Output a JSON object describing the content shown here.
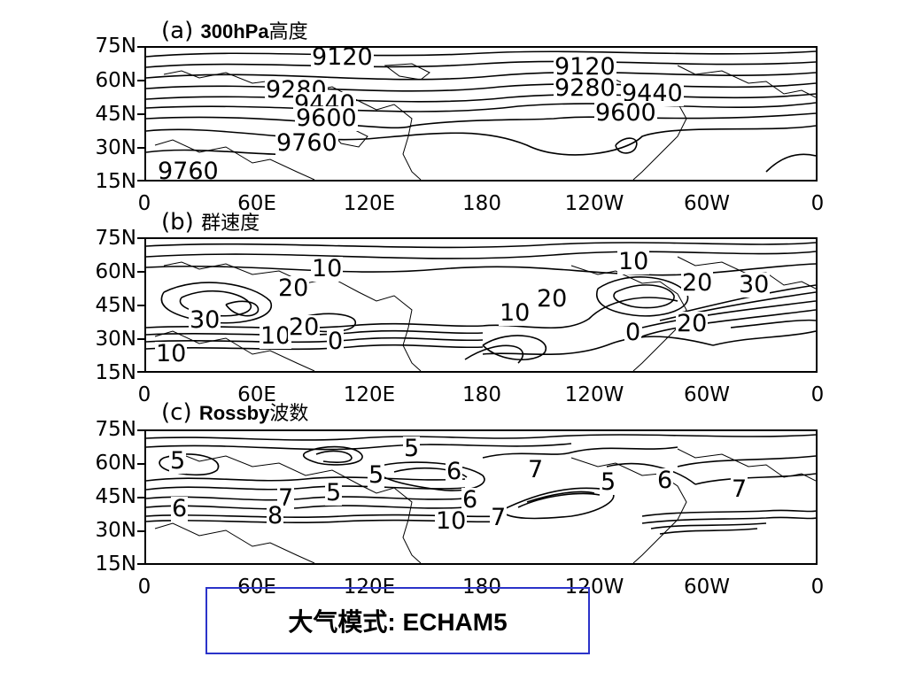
{
  "panels": [
    {
      "letter": "(a)",
      "bold_title": "300hPa",
      "cn_title": "高度",
      "contour_labels": [
        "9120",
        "9280",
        "9440",
        "9600",
        "9760",
        "9760",
        "9120",
        "9280",
        "9440",
        "9600"
      ]
    },
    {
      "letter": "(b)",
      "bold_title": "",
      "cn_title": "群速度",
      "contour_labels": [
        "10",
        "20",
        "30",
        "10",
        "20",
        "0",
        "10",
        "10",
        "20",
        "10",
        "0",
        "20",
        "20",
        "30"
      ]
    },
    {
      "letter": "(c)",
      "bold_title": "Rossby",
      "cn_title": "波数",
      "contour_labels": [
        "5",
        "6",
        "7",
        "8",
        "5",
        "5",
        "5",
        "6",
        "6",
        "7",
        "10",
        "7",
        "5",
        "6",
        "7"
      ]
    }
  ],
  "y_ticks": [
    "75N",
    "60N",
    "45N",
    "30N",
    "15N"
  ],
  "x_ticks": [
    "0",
    "60E",
    "120E",
    "180",
    "120W",
    "60W",
    "0"
  ],
  "footer": {
    "cn": "大气模式",
    "sep": ": ",
    "model": "ECHAM5"
  },
  "colors": {
    "axis": "#000000",
    "footer_border": "#2b33c9"
  }
}
